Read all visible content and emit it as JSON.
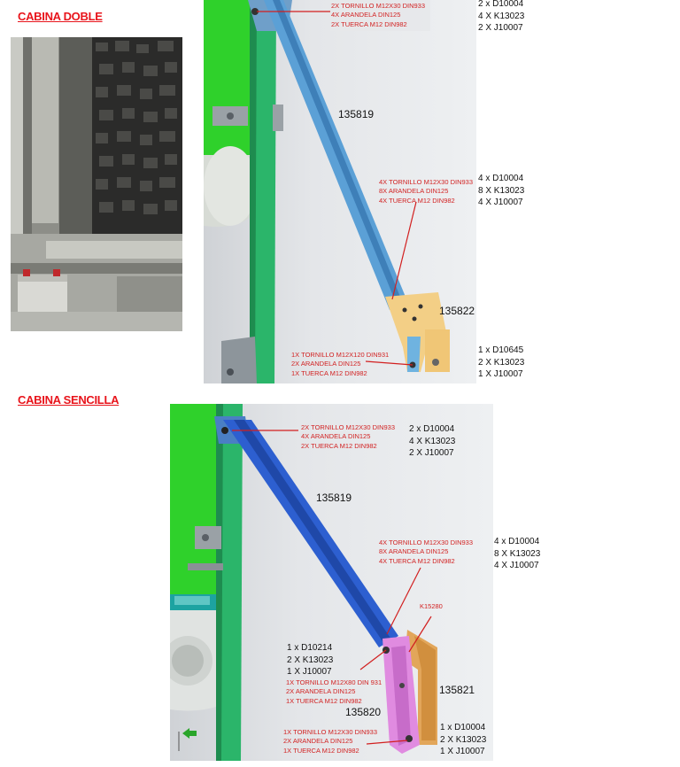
{
  "sections": {
    "doble_title": "CABINA DOBLE",
    "sencilla_title": "CABINA SENCILLA"
  },
  "doble": {
    "top_note": [
      "2X TORNILLO M12X30 DIN933",
      "4X ARANDELA DIN125",
      "2X TUERCA M12 DIN982"
    ],
    "top_codes": [
      "2 x D10004",
      "4 X K13023",
      "2 X J10007"
    ],
    "mid_note": [
      "4X TORNILLO M12X30  DIN933",
      "8X ARANDELA DIN125",
      "4X TUERCA M12 DIN982"
    ],
    "mid_codes": [
      "4 x D10004",
      "8 X K13023",
      "4 X J10007"
    ],
    "bottom_note": [
      "1X TORNILLO M12X120 DIN931",
      "2X ARANDELA DIN125",
      "1X TUERCA M12 DIN982"
    ],
    "bottom_codes": [
      "1 x D10645",
      "2 X K13023",
      "1 X J10007"
    ],
    "label_strut": "135819",
    "label_bracket": "135822"
  },
  "sencilla": {
    "top_note": [
      "2X TORNILLO M12X30 DIN933",
      "4X ARANDELA DIN125",
      "2X TUERCA M12 DIN982"
    ],
    "top_codes": [
      "2 x D10004",
      "4 X K13023",
      "2 X J10007"
    ],
    "mid_note": [
      "4X TORNILLO M12X30  DIN933",
      "8X ARANDELA DIN125",
      "4X TUERCA M12 DIN982"
    ],
    "mid_codes": [
      "4 x D10004",
      "8 X K13023",
      "4 X J10007"
    ],
    "left_codes": [
      "1 x D10214",
      "2 X K13023",
      "1 X J10007"
    ],
    "left_note": [
      "1X TORNILLO M12X80 DIN 931",
      "2X ARANDELA DIN125",
      "1X TUERCA M12 DIN982"
    ],
    "bottom_note": [
      "1X TORNILLO M12X30 DIN933",
      "2X ARANDELA DIN125",
      "1X TUERCA M12 DIN982"
    ],
    "bottom_codes": [
      "1 x D10004",
      "2 X K13023",
      "1 X J10007"
    ],
    "label_strut": "135819",
    "label_k": "K15280",
    "label_bracket_a": "135821",
    "label_bracket_b": "135820"
  }
}
